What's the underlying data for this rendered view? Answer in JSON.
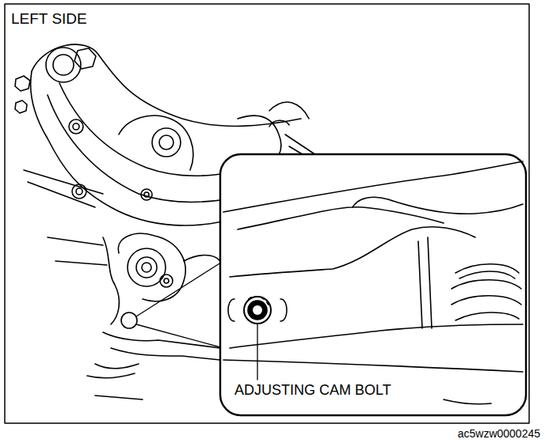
{
  "diagram": {
    "labels": [
      "LEFT SIDE",
      "ADJUSTING CAM BOLT",
      "ac5wzw0000245"
    ]
  }
}
